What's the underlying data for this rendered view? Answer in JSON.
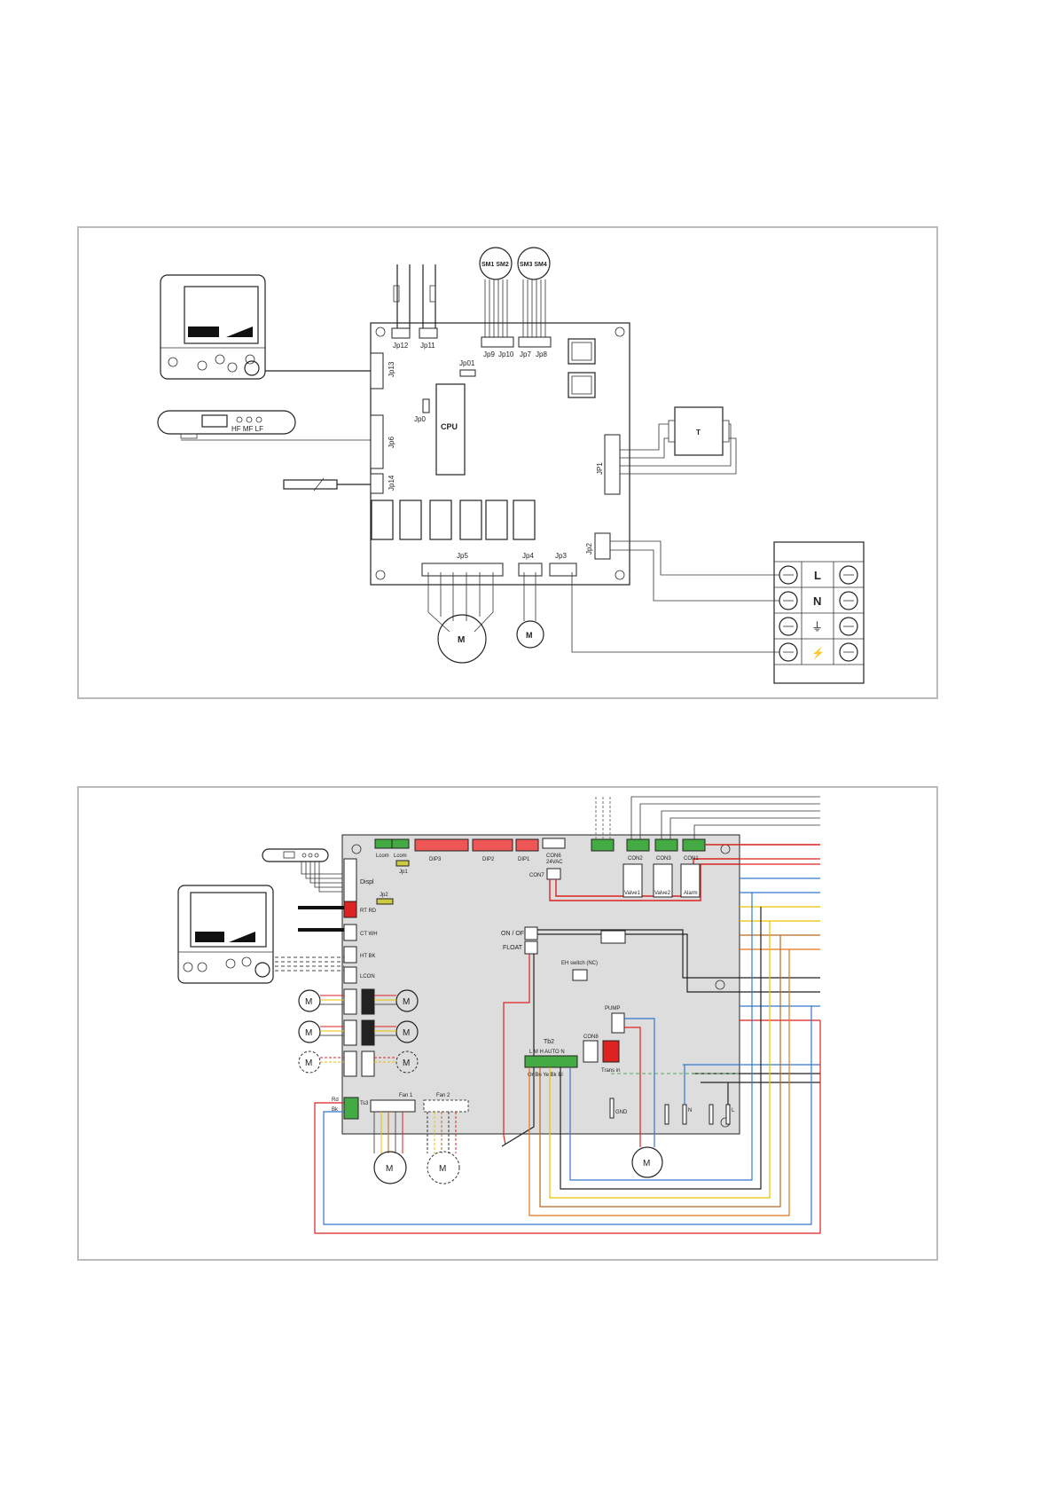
{
  "diagram1": {
    "labels": {
      "jp12": "Jp12",
      "jp11": "Jp11",
      "sm12": "SM1 SM2",
      "sm34": "SM3 SM4",
      "jp9": "Jp9",
      "jp10": "Jp10",
      "jp7": "Jp7",
      "jp8": "Jp8",
      "jp13": "Jp13",
      "jp01": "Jp01",
      "jp0": "Jp0",
      "cpu": "CPU",
      "jp6": "Jp6",
      "jp14": "Jp14",
      "jp1": "JP1",
      "jp2": "Jp2",
      "jp5": "Jp5",
      "jp4": "Jp4",
      "jp3": "Jp3",
      "t": "T",
      "motor_a": "M",
      "motor_b": "M",
      "receiver": "HF MF LF",
      "term_l": "L",
      "term_n": "N",
      "term_e": "⏚",
      "term_x": "⚡"
    }
  },
  "diagram2": {
    "labels": {
      "lcom1": "Lcom",
      "lcom2": "Lcom",
      "jp1": "Jp1",
      "dip3": "DIP3",
      "dip2": "DIP2",
      "dip1": "DIP1",
      "con6": "CON6",
      "con6_v": "24VAC",
      "con7": "CON7",
      "con2": "CON2",
      "con3": "CON3",
      "con1": "CON1",
      "valve1": "Valve1",
      "valve2": "Valve2",
      "alarm": "Alarm",
      "displ": "Displ",
      "jp2": "Jp2",
      "rt": "RT RD",
      "ct": "CT WH",
      "ht": "HT BK",
      "lcon": "LCON",
      "onoff": "ON / OFF",
      "float": "FLOAT",
      "eh": "EH switch (NC)",
      "pump": "PUMP",
      "tb2": "Tb2",
      "tb2_terms": "L  M  H  AUTO  N",
      "tb2_wires": "Or  Bn  Ye  Bk  Bl",
      "con8": "CON8",
      "transin": "Trans in",
      "gnd": "GND",
      "ts3": "Ts3",
      "rd": "Rd",
      "bk": "Bk",
      "fan1": "Fan 1",
      "fan2": "Fan 2",
      "motor": "M",
      "n": "N",
      "l": "L"
    }
  }
}
